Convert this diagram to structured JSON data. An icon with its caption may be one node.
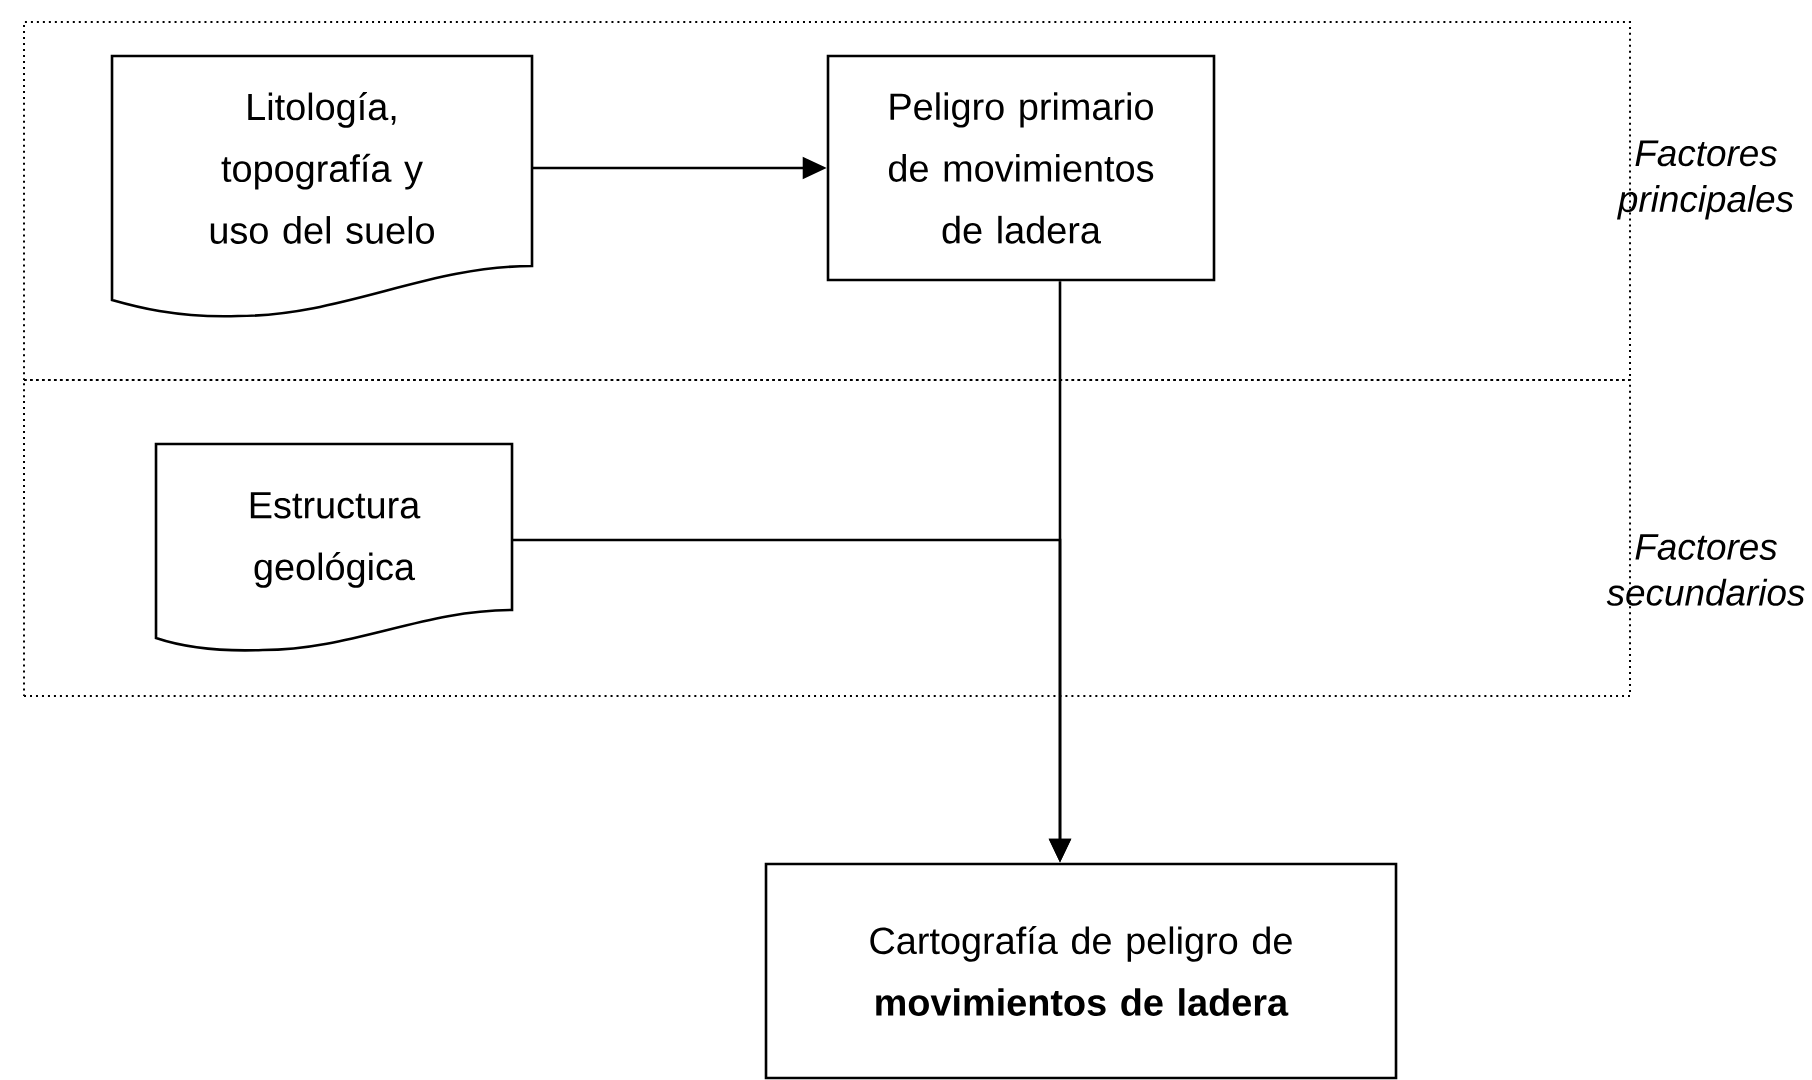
{
  "diagram": {
    "nodes": [
      {
        "text": [
          "Factores principales"
        ]
      },
      {
        "text": [
          "Factores secundarios"
        ]
      },
      {
        "text": [
          "Litología, topografía y uso del suelo"
        ],
        "in": 0
      },
      {
        "text": [
          "Peligro primario de movimientos de ladera"
        ],
        "in": 0
      },
      {
        "text": [
          "Estructura geológica"
        ],
        "in": 1
      },
      {
        "text": [
          "Cartografía de peligro de **movimientos de ladera**"
        ]
      }
    ],
    "edges": [
      {
        "from": 2,
        "to": 3,
        "arrow": "to"
      },
      {
        "from": 3,
        "to": 5,
        "arrow": "to"
      },
      {
        "from": 4,
        "to": 5,
        "arrow": "to"
      }
    ]
  }
}
